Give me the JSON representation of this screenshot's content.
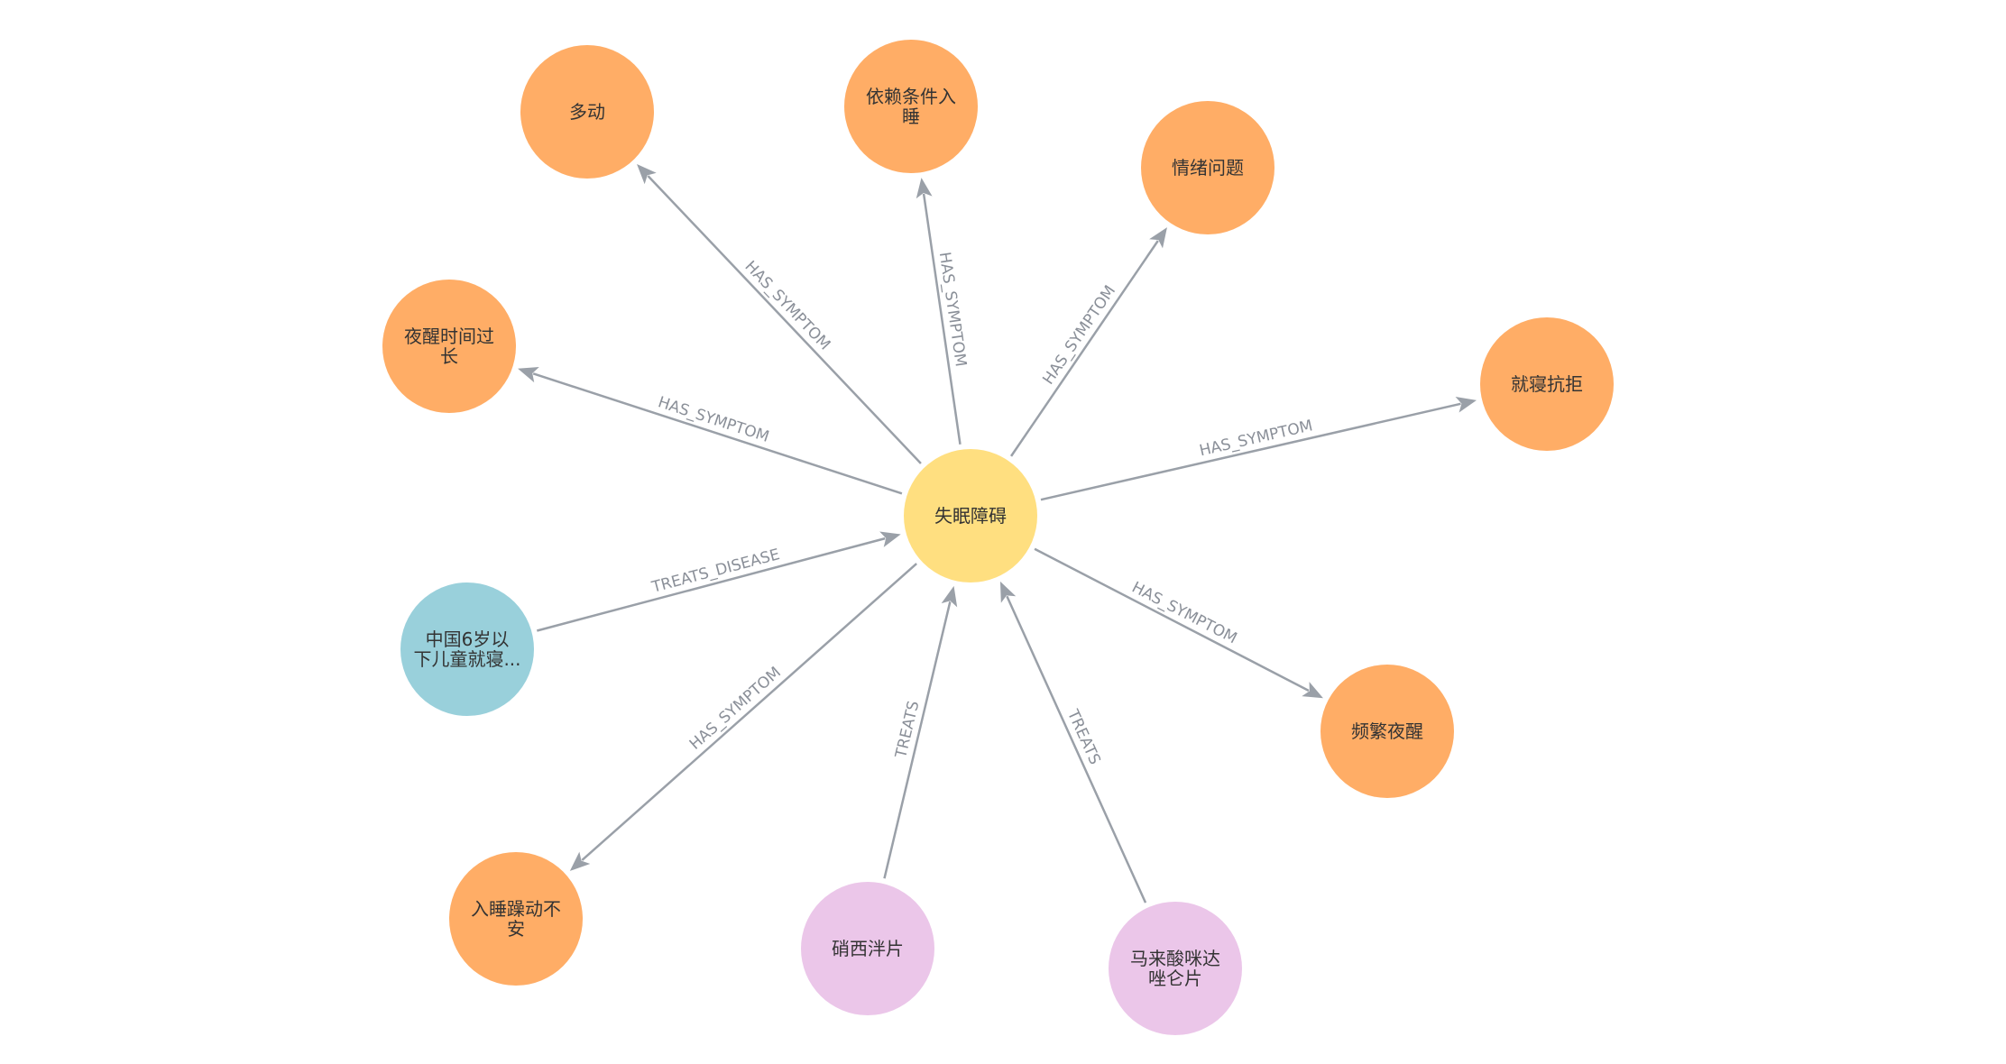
{
  "graph": {
    "colors": {
      "symptom": "#ffad66",
      "disease": "#ffdf80",
      "treatment": "#ebc6e9",
      "guideline": "#99d0db",
      "edge": "#9aa0a8",
      "edge_text": "#8a8f98"
    },
    "nodes": [
      {
        "id": "center",
        "type": "disease",
        "lines": [
          "失眠障碍"
        ]
      },
      {
        "id": "duodong",
        "type": "symptom",
        "lines": [
          "多动"
        ]
      },
      {
        "id": "yilai",
        "type": "symptom",
        "lines": [
          "依赖条件入",
          "睡"
        ]
      },
      {
        "id": "qingxu",
        "type": "symptom",
        "lines": [
          "情绪问题"
        ]
      },
      {
        "id": "yexing",
        "type": "symptom",
        "lines": [
          "夜醒时间过",
          "长"
        ]
      },
      {
        "id": "jiuqin",
        "type": "symptom",
        "lines": [
          "就寝抗拒"
        ]
      },
      {
        "id": "guideline",
        "type": "guideline",
        "lines": [
          "中国6岁以",
          "下儿童就寝..."
        ]
      },
      {
        "id": "pinfan",
        "type": "symptom",
        "lines": [
          "频繁夜醒"
        ]
      },
      {
        "id": "rushui",
        "type": "symptom",
        "lines": [
          "入睡躁动不",
          "安"
        ]
      },
      {
        "id": "xiaoxi",
        "type": "treatment",
        "lines": [
          "硝西泮片"
        ]
      },
      {
        "id": "malai",
        "type": "treatment",
        "lines": [
          "马来酸咪达",
          "唑仑片"
        ]
      }
    ],
    "edges": [
      {
        "from": "center",
        "to": "duodong",
        "label": "HAS_SYMPTOM"
      },
      {
        "from": "center",
        "to": "yilai",
        "label": "HAS_SYMPTOM"
      },
      {
        "from": "center",
        "to": "qingxu",
        "label": "HAS_SYMPTOM"
      },
      {
        "from": "center",
        "to": "yexing",
        "label": "HAS_SYMPTOM"
      },
      {
        "from": "center",
        "to": "jiuqin",
        "label": "HAS_SYMPTOM"
      },
      {
        "from": "guideline",
        "to": "center",
        "label": "TREATS_DISEASE"
      },
      {
        "from": "center",
        "to": "pinfan",
        "label": "HAS_SYMPTOM"
      },
      {
        "from": "center",
        "to": "rushui",
        "label": "HAS_SYMPTOM"
      },
      {
        "from": "xiaoxi",
        "to": "center",
        "label": "TREATS"
      },
      {
        "from": "malai",
        "to": "center",
        "label": "TREATS"
      }
    ]
  }
}
